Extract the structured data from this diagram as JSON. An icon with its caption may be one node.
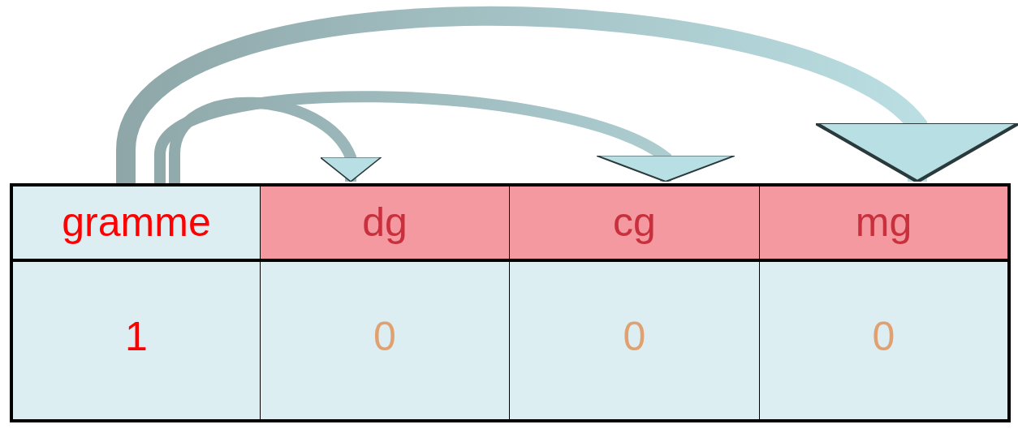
{
  "diagram": {
    "nodes": [
      {
        "text": [
          "gramme"
        ]
      },
      {
        "text": [
          "dg"
        ]
      },
      {
        "text": [
          "cg"
        ]
      },
      {
        "text": [
          "mg"
        ]
      },
      {
        "text": [
          "1"
        ]
      },
      {
        "text": [
          "0"
        ]
      },
      {
        "text": [
          "0"
        ]
      },
      {
        "text": [
          "0"
        ]
      }
    ],
    "edges": [
      {
        "from": 0,
        "to": 1,
        "arrow": "to"
      },
      {
        "from": 0,
        "to": 2,
        "arrow": "to"
      },
      {
        "from": 0,
        "to": 3,
        "arrow": "to"
      }
    ]
  }
}
